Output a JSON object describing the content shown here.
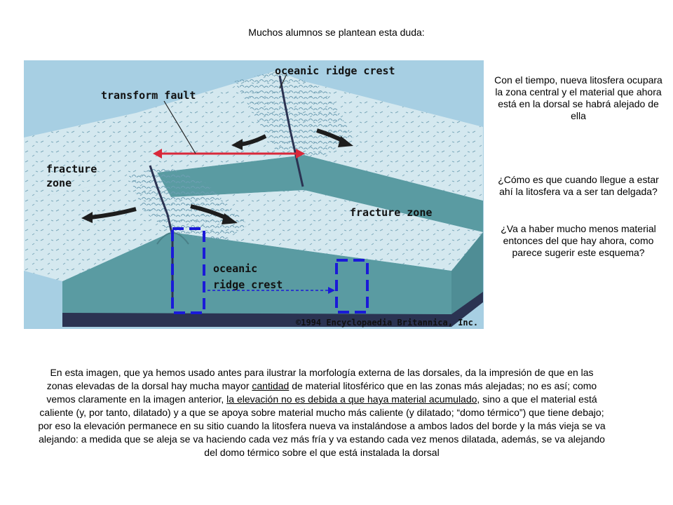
{
  "heading": "Muchos alumnos se plantean esta duda:",
  "figure": {
    "labels": {
      "ridge_top": "oceanic ridge crest",
      "transform_fault": "transform fault",
      "fracture_zone_left_line1": "fracture",
      "fracture_zone_left_line2": "zone",
      "fracture_zone_right": "fracture zone",
      "ridge_bottom_line1": "oceanic",
      "ridge_bottom_line2": "ridge crest",
      "copyright": "©1994 Encyclopaedia Britannica, Inc."
    },
    "colors": {
      "sky": "#a7cfe3",
      "surface": "#d4e8ef",
      "section": "#5a9ba2",
      "base": "#2b3352",
      "arrow": "#d9283a",
      "highlight": "#1a1ad8"
    }
  },
  "side": {
    "p1": "Con el tiempo, nueva litosfera ocupara la zona central y el material que ahora está en la dorsal se habrá alejado de ella",
    "p2": "¿Cómo es que cuando llegue a estar ahí la litosfera va a ser tan delgada?",
    "p3": "¿Va a haber mucho menos material entonces del que hay ahora, como parece sugerir este esquema?"
  },
  "bottom": {
    "t1": "En esta imagen, que ya hemos usado antes para ilustrar la morfología externa de las dorsales, da la impresión de que en las zonas elevadas de la dorsal hay mucha mayor ",
    "u1": "cantidad",
    "t2": " de material litosférico que en las zonas más alejadas; no es así; como vemos claramente en la imagen anterior, ",
    "u2": "la elevación no es debida a que haya material acumulado",
    "t3": ", sino a que el material está caliente (y, por tanto, dilatado) y a que se apoya sobre material mucho más caliente (y dilatado; “domo térmico”) que tiene debajo; por eso la elevación permanece en su sitio cuando la litosfera nueva va instalándose a ambos lados del borde y la más vieja se va alejando: a medida que se aleja se va haciendo cada vez más fría y va estando cada vez menos dilatada, además, se va alejando del domo térmico sobre el que está instalada la dorsal"
  }
}
